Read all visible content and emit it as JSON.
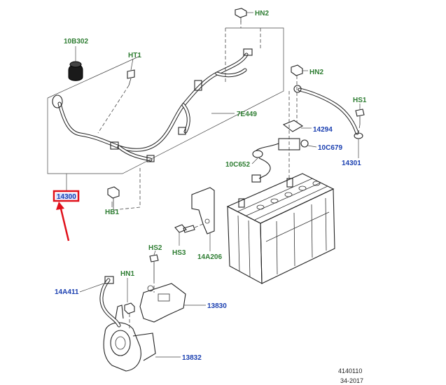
{
  "labels": {
    "hn2_top": "HN2",
    "b10302": "10B302",
    "ht1": "HT1",
    "hn2_right": "HN2",
    "hs1": "HS1",
    "e7449": "7E449",
    "p14294": "14294",
    "c10679": "10C679",
    "p14301": "14301",
    "c10652": "10C652",
    "p14300": "14300",
    "hb1": "HB1",
    "hs3": "HS3",
    "a14206": "14A206",
    "hs2": "HS2",
    "hn1": "HN1",
    "a14411": "14A411",
    "p13830": "13830",
    "p13832": "13832"
  },
  "footer": {
    "ref_number": "4140110",
    "date_code": "34-2017"
  },
  "colors": {
    "label_green": "#2e7d32",
    "label_blue": "#1a3fb0",
    "highlight_red": "#e0101a"
  }
}
